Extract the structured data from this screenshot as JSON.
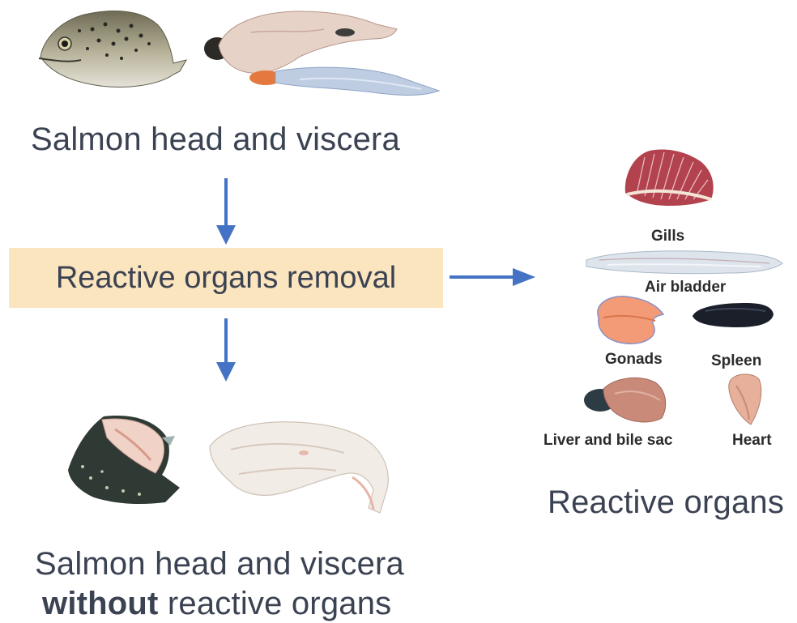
{
  "captions": {
    "top": "Salmon head and viscera",
    "process": "Reactive organs removal",
    "bottom_line1": "Salmon head and viscera",
    "bottom_bold": "without",
    "bottom_rest": " reactive organs",
    "organs_group": "Reactive organs"
  },
  "organs": {
    "gills": "Gills",
    "air_bladder": "Air bladder",
    "gonads": "Gonads",
    "spleen": "Spleen",
    "liver": "Liver and bile sac",
    "heart": "Heart"
  },
  "colors": {
    "arrow": "#4472c4",
    "box_fill": "#fbe5bf",
    "text": "#3b4252"
  }
}
